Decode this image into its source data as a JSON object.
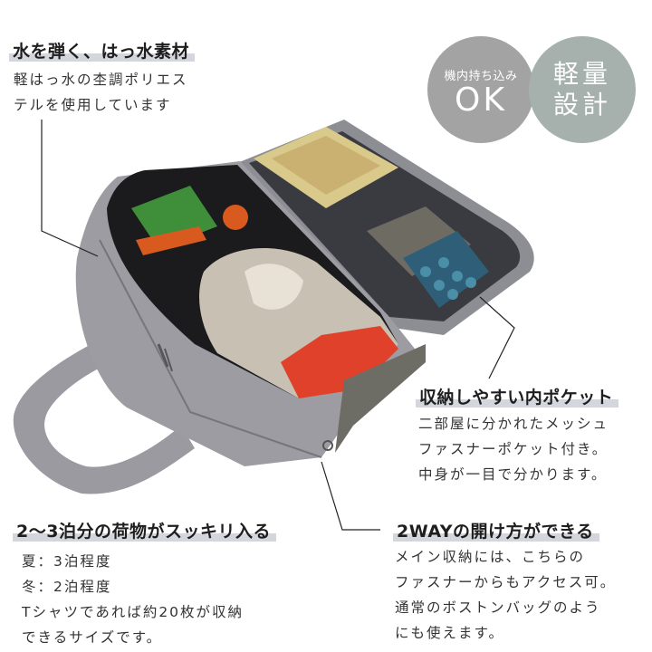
{
  "features": {
    "water_repellent": {
      "title": "水を弾く、はっ水素材",
      "lines": [
        "軽はっ水の杢調ポリエス",
        "テルを使用しています"
      ]
    },
    "inner_pocket": {
      "title": "収納しやすい内ポケット",
      "lines": [
        "二部屋に分かれたメッシュ",
        "ファスナーポケット付き。",
        "中身が一目で分かります。"
      ]
    },
    "capacity": {
      "title": "2〜3泊分の荷物がスッキリ入る",
      "lines": [
        "夏：3泊程度",
        "冬：2泊程度",
        "Tシャツであれば約20枚が収納",
        "できるサイズです。"
      ]
    },
    "two_way": {
      "title": "2WAYの開け方ができる",
      "lines": [
        "メイン収納には、こちらの",
        "ファスナーからもアクセス可。",
        "通常のボストンバッグのよう",
        "にも使えます。"
      ]
    }
  },
  "badges": {
    "carry_on": {
      "small": "機内持ち込み",
      "big": "OK",
      "color": "#a3a3a3"
    },
    "lightweight": {
      "line1": "軽量",
      "line2": "設計",
      "color": "#a6b1ae"
    }
  },
  "colors": {
    "highlight": "#d3d6dc",
    "bag_gray": "#8f8f94",
    "text": "#2b2b2b"
  },
  "product_image": {
    "alt": "グレーのボストンバッグ（開いた状態、Tシャツと小物を収納）"
  }
}
